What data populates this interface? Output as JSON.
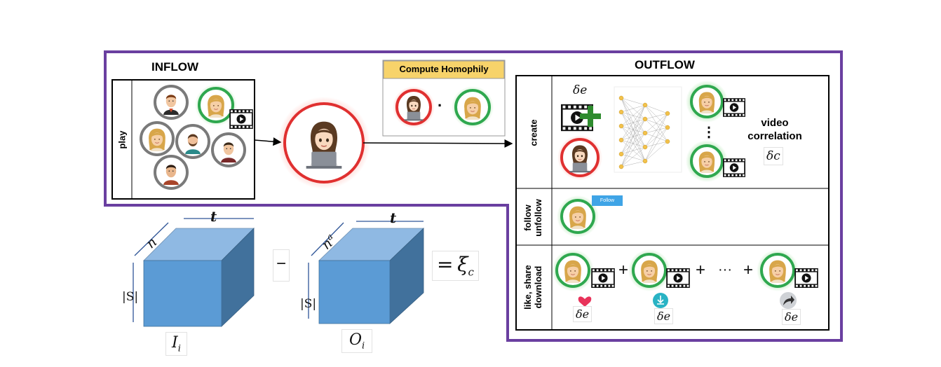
{
  "diagram": {
    "inflow_title": "INFLOW",
    "outflow_title": "OUTFLOW",
    "inflow_row_label": "play",
    "homophily_label": "Compute Homophily",
    "homophily_operator": "·",
    "rows": {
      "create": "create",
      "follow_line1": "follow",
      "follow_line2": "unfollow",
      "like_line1": "like, share",
      "like_line2": "download"
    },
    "follow_button": "Follow",
    "video_correlation_line1": "video",
    "video_correlation_line2": "correlation",
    "vertical_ellipsis": "⋮",
    "math": {
      "delta_e": "δe",
      "delta_c": "δc",
      "plus": "+",
      "ellipsis": "···",
      "t": "t",
      "n": "n",
      "n_a": "n",
      "n_a_sup": "a",
      "S": "|S|",
      "minus": "−",
      "equals": "=",
      "xi": "ξ",
      "xi_sub": "c",
      "I": "I",
      "I_sub": "i",
      "O": "O",
      "O_sub": "i"
    },
    "colors": {
      "frame_purple": "#6a3fa0",
      "cube_front": "#5b9bd5",
      "cube_top": "#8fb9e3",
      "cube_side": "#41719c",
      "green_ring": "#2fa84f",
      "red_ring": "#e03030",
      "homophily_header": "#f7d36a",
      "heart": "#e8335a",
      "download_teal": "#29b3c4",
      "share_gray": "#cfd2d6",
      "follow_blue": "#3fa4e6"
    },
    "icons": [
      "person-avatar-icon",
      "video-clip-icon",
      "play-icon",
      "heart-icon",
      "download-icon",
      "share-icon",
      "plus-icon",
      "neural-network-icon"
    ]
  }
}
